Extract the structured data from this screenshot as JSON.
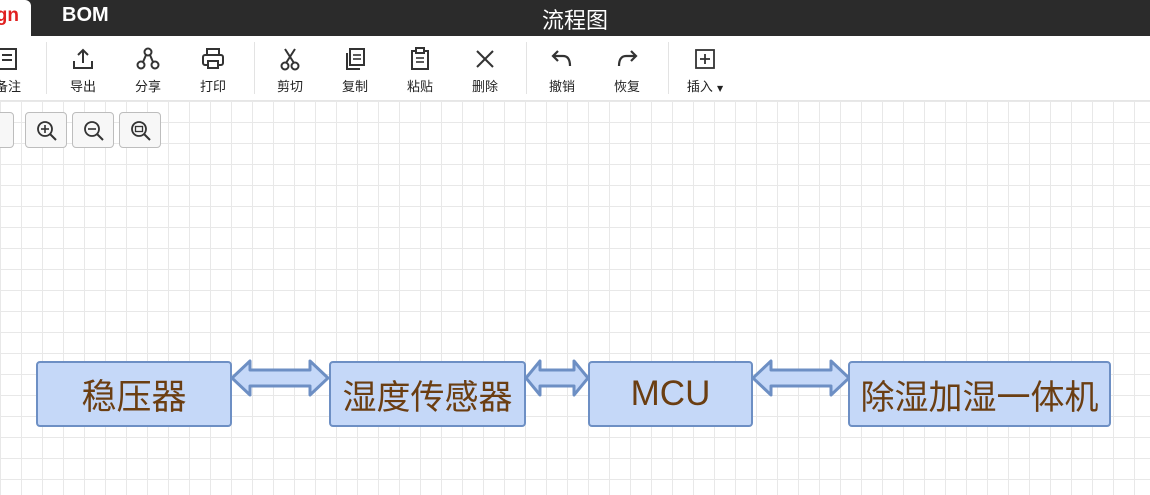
{
  "topbar": {
    "active_tab": "Design",
    "bom_tab": "BOM",
    "title": "流程图"
  },
  "toolbar": {
    "note": "备注",
    "export": "导出",
    "share": "分享",
    "print": "打印",
    "cut": "剪切",
    "copy": "复制",
    "paste": "粘贴",
    "delete": "删除",
    "undo": "撤销",
    "redo": "恢复",
    "insert": "插入"
  },
  "flow": {
    "nodes": [
      "稳压器",
      "湿度传感器",
      "MCU",
      "除湿加湿一体机"
    ]
  },
  "colors": {
    "node_fill": "#c5d8f8",
    "node_border": "#6d8fc4",
    "node_text": "#6b3e12",
    "accent_tab": "#e02020"
  }
}
